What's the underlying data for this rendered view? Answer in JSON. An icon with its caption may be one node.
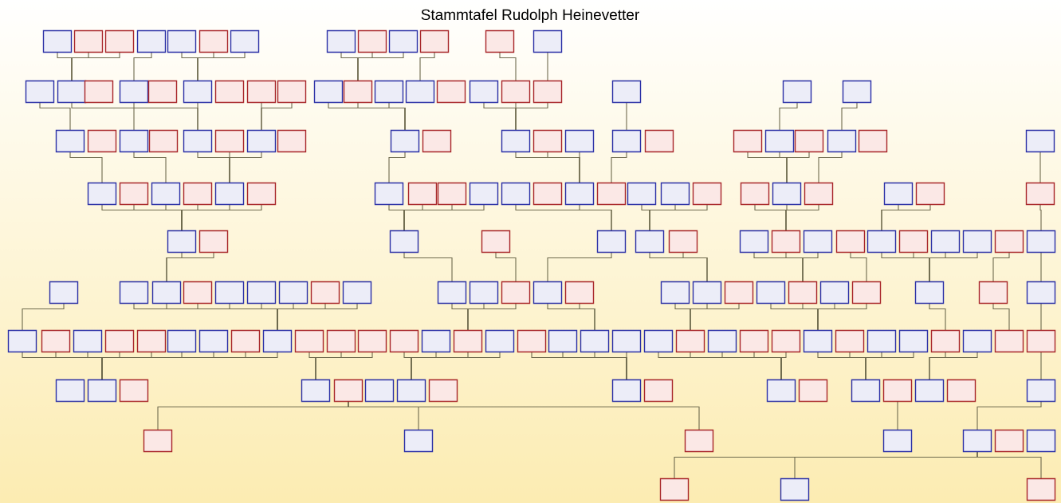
{
  "diagram": {
    "title": "Stammtafel Rudolph Heinevetter",
    "nodes": [
      {
        "text": [],
        "shape": "box"
      },
      {
        "text": [],
        "shape": "box"
      },
      {
        "text": [],
        "shape": "box"
      },
      {
        "text": [],
        "shape": "box"
      },
      {
        "text": [],
        "shape": "box"
      },
      {
        "text": [],
        "shape": "box"
      },
      {
        "text": [],
        "shape": "box"
      },
      {
        "text": [],
        "shape": "box"
      },
      {
        "text": [],
        "shape": "box"
      },
      {
        "text": [],
        "shape": "box"
      },
      {
        "text": [],
        "shape": "box"
      },
      {
        "text": [],
        "shape": "box"
      },
      {
        "text": [],
        "shape": "box"
      },
      {
        "text": [],
        "shape": "box"
      },
      {
        "text": [],
        "shape": "box"
      },
      {
        "text": [],
        "shape": "box"
      },
      {
        "text": [],
        "shape": "box"
      },
      {
        "text": [],
        "shape": "box"
      },
      {
        "text": [],
        "shape": "box"
      },
      {
        "text": [],
        "shape": "box"
      },
      {
        "text": [],
        "shape": "box"
      },
      {
        "text": [],
        "shape": "box"
      },
      {
        "text": [],
        "shape": "box"
      },
      {
        "text": [],
        "shape": "box"
      },
      {
        "text": [],
        "shape": "box"
      },
      {
        "text": [],
        "shape": "box"
      },
      {
        "text": [],
        "shape": "box"
      },
      {
        "text": [],
        "shape": "box"
      },
      {
        "text": [],
        "shape": "box"
      },
      {
        "text": [],
        "shape": "box"
      },
      {
        "text": [],
        "shape": "box"
      },
      {
        "text": [],
        "shape": "box"
      },
      {
        "text": [],
        "shape": "box"
      },
      {
        "text": [],
        "shape": "box"
      },
      {
        "text": [],
        "shape": "box"
      },
      {
        "text": [],
        "shape": "box"
      },
      {
        "text": [],
        "shape": "box"
      },
      {
        "text": [],
        "shape": "box"
      },
      {
        "text": [],
        "shape": "box"
      },
      {
        "text": [],
        "shape": "box"
      },
      {
        "text": [],
        "shape": "box"
      },
      {
        "text": [],
        "shape": "box"
      },
      {
        "text": [],
        "shape": "box"
      },
      {
        "text": [],
        "shape": "box"
      },
      {
        "text": [],
        "shape": "box"
      },
      {
        "text": [],
        "shape": "box"
      },
      {
        "text": [],
        "shape": "box"
      },
      {
        "text": [],
        "shape": "box"
      },
      {
        "text": [],
        "shape": "box"
      },
      {
        "text": [],
        "shape": "box"
      },
      {
        "text": [],
        "shape": "box"
      },
      {
        "text": [],
        "shape": "box"
      },
      {
        "text": [],
        "shape": "box"
      },
      {
        "text": [],
        "shape": "box"
      },
      {
        "text": [],
        "shape": "box"
      },
      {
        "text": [],
        "shape": "box"
      },
      {
        "text": [],
        "shape": "box"
      },
      {
        "text": [],
        "shape": "box"
      },
      {
        "text": [],
        "shape": "box"
      },
      {
        "text": [],
        "shape": "box"
      },
      {
        "text": [],
        "shape": "box"
      },
      {
        "text": [],
        "shape": "box"
      },
      {
        "text": [],
        "shape": "box"
      },
      {
        "text": [],
        "shape": "box"
      },
      {
        "text": [],
        "shape": "box"
      },
      {
        "text": [],
        "shape": "box"
      },
      {
        "text": [],
        "shape": "box"
      },
      {
        "text": [],
        "shape": "box"
      },
      {
        "text": [],
        "shape": "box"
      },
      {
        "text": [],
        "shape": "box"
      },
      {
        "text": [],
        "shape": "box"
      },
      {
        "text": [],
        "shape": "box"
      },
      {
        "text": [],
        "shape": "box"
      },
      {
        "text": [],
        "shape": "box"
      },
      {
        "text": [],
        "shape": "box"
      },
      {
        "text": [],
        "shape": "box"
      },
      {
        "text": [],
        "shape": "box"
      },
      {
        "text": [],
        "shape": "box"
      },
      {
        "text": [],
        "shape": "box"
      },
      {
        "text": [],
        "shape": "box"
      },
      {
        "text": [],
        "shape": "box"
      },
      {
        "text": [],
        "shape": "box"
      },
      {
        "text": [],
        "shape": "box"
      },
      {
        "text": [],
        "shape": "box"
      },
      {
        "text": [],
        "shape": "box"
      },
      {
        "text": [],
        "shape": "box"
      },
      {
        "text": [],
        "shape": "box"
      },
      {
        "text": [],
        "shape": "box"
      },
      {
        "text": [],
        "shape": "box"
      },
      {
        "text": [],
        "shape": "box"
      },
      {
        "text": [],
        "shape": "box"
      },
      {
        "text": [],
        "shape": "box"
      },
      {
        "text": [],
        "shape": "box"
      },
      {
        "text": [],
        "shape": "box"
      },
      {
        "text": [],
        "shape": "box"
      },
      {
        "text": [],
        "shape": "box"
      },
      {
        "text": [],
        "shape": "box"
      },
      {
        "text": [],
        "shape": "box"
      },
      {
        "text": [],
        "shape": "box"
      },
      {
        "text": [],
        "shape": "box"
      },
      {
        "text": [],
        "shape": "box"
      },
      {
        "text": [],
        "shape": "box"
      },
      {
        "text": [],
        "shape": "box"
      },
      {
        "text": [],
        "shape": "box"
      },
      {
        "text": [],
        "shape": "box"
      },
      {
        "text": [],
        "shape": "box"
      },
      {
        "text": [],
        "shape": "box"
      },
      {
        "text": [],
        "shape": "box"
      },
      {
        "text": [],
        "shape": "box"
      },
      {
        "text": [],
        "shape": "box"
      },
      {
        "text": [],
        "shape": "box"
      },
      {
        "text": [],
        "shape": "box"
      },
      {
        "text": [],
        "shape": "box"
      },
      {
        "text": [],
        "shape": "box"
      },
      {
        "text": [],
        "shape": "box"
      },
      {
        "text": [],
        "shape": "box"
      },
      {
        "text": [],
        "shape": "box"
      },
      {
        "text": [],
        "shape": "box"
      },
      {
        "text": [],
        "shape": "box"
      },
      {
        "text": [],
        "shape": "box"
      },
      {
        "text": [],
        "shape": "box"
      },
      {
        "text": [],
        "shape": "box"
      },
      {
        "text": [],
        "shape": "box"
      },
      {
        "text": [],
        "shape": "box"
      },
      {
        "text": [],
        "shape": "box"
      },
      {
        "text": [],
        "shape": "box"
      },
      {
        "text": [],
        "shape": "box"
      },
      {
        "text": [],
        "shape": "box"
      },
      {
        "text": [],
        "shape": "box"
      },
      {
        "text": [],
        "shape": "box"
      },
      {
        "text": [],
        "shape": "box"
      },
      {
        "text": [],
        "shape": "box"
      },
      {
        "text": [],
        "shape": "box"
      },
      {
        "text": [],
        "shape": "box"
      },
      {
        "text": [],
        "shape": "box"
      },
      {
        "text": [],
        "shape": "box"
      },
      {
        "text": [],
        "shape": "box"
      },
      {
        "text": [],
        "shape": "box"
      },
      {
        "text": [],
        "shape": "box"
      },
      {
        "text": [],
        "shape": "box"
      },
      {
        "text": [],
        "shape": "box"
      },
      {
        "text": [],
        "shape": "box"
      },
      {
        "text": [],
        "shape": "box"
      },
      {
        "text": [],
        "shape": "box"
      },
      {
        "text": [],
        "shape": "box"
      },
      {
        "text": [],
        "shape": "box"
      },
      {
        "text": [],
        "shape": "box"
      },
      {
        "text": [],
        "shape": "box"
      },
      {
        "text": [],
        "shape": "box"
      },
      {
        "text": [],
        "shape": "box"
      },
      {
        "text": [],
        "shape": "box"
      },
      {
        "text": [],
        "shape": "box"
      },
      {
        "text": [],
        "shape": "box"
      },
      {
        "text": [],
        "shape": "box"
      },
      {
        "text": [],
        "shape": "box"
      },
      {
        "text": [],
        "shape": "box"
      },
      {
        "text": [],
        "shape": "box"
      },
      {
        "text": [],
        "shape": "box"
      },
      {
        "text": [],
        "shape": "box"
      },
      {
        "text": [],
        "shape": "box"
      },
      {
        "text": [],
        "shape": "box"
      },
      {
        "text": [],
        "shape": "box"
      },
      {
        "text": [],
        "shape": "box"
      },
      {
        "text": [],
        "shape": "box"
      },
      {
        "text": [],
        "shape": "box"
      },
      {
        "text": [],
        "shape": "box"
      },
      {
        "text": [],
        "shape": "box"
      },
      {
        "text": [],
        "shape": "box"
      },
      {
        "text": [],
        "shape": "box"
      },
      {
        "text": [],
        "shape": "box"
      },
      {
        "text": [],
        "shape": "box"
      },
      {
        "text": [],
        "shape": "box"
      },
      {
        "text": [],
        "shape": "box"
      },
      {
        "text": [],
        "shape": "box"
      },
      {
        "text": [],
        "shape": "box"
      },
      {
        "text": [],
        "shape": "box"
      },
      {
        "text": [],
        "shape": "box"
      },
      {
        "text": [],
        "shape": "box"
      }
    ],
    "edges": [
      {
        "from": 0,
        "to": 14,
        "arrow": "none"
      },
      {
        "from": 1,
        "to": 14,
        "arrow": "none"
      },
      {
        "from": 2,
        "to": 14,
        "arrow": "none"
      },
      {
        "from": 3,
        "to": 16,
        "arrow": "none"
      },
      {
        "from": 4,
        "to": 18,
        "arrow": "none"
      },
      {
        "from": 5,
        "to": 18,
        "arrow": "none"
      },
      {
        "from": 6,
        "to": 18,
        "arrow": "none"
      },
      {
        "from": 7,
        "to": 23,
        "arrow": "none"
      },
      {
        "from": 8,
        "to": 23,
        "arrow": "none"
      },
      {
        "from": 9,
        "to": 23,
        "arrow": "none"
      },
      {
        "from": 10,
        "to": 25,
        "arrow": "none"
      },
      {
        "from": 11,
        "to": 28,
        "arrow": "none"
      },
      {
        "from": 12,
        "to": 29,
        "arrow": "none"
      },
      {
        "from": 13,
        "to": 33,
        "arrow": "none"
      },
      {
        "from": 14,
        "to": 35,
        "arrow": "none"
      },
      {
        "from": 16,
        "to": 37,
        "arrow": "none"
      },
      {
        "from": 18,
        "to": 37,
        "arrow": "none"
      },
      {
        "from": 20,
        "to": 39,
        "arrow": "none"
      },
      {
        "from": 21,
        "to": 39,
        "arrow": "none"
      },
      {
        "from": 22,
        "to": 41,
        "arrow": "none"
      },
      {
        "from": 23,
        "to": 41,
        "arrow": "none"
      },
      {
        "from": 24,
        "to": 41,
        "arrow": "none"
      },
      {
        "from": 27,
        "to": 43,
        "arrow": "none"
      },
      {
        "from": 28,
        "to": 43,
        "arrow": "none"
      },
      {
        "from": 29,
        "to": 43,
        "arrow": "none"
      },
      {
        "from": 30,
        "to": 46,
        "arrow": "none"
      },
      {
        "from": 31,
        "to": 49,
        "arrow": "none"
      },
      {
        "from": 32,
        "to": 51,
        "arrow": "none"
      },
      {
        "from": 33,
        "to": 54,
        "arrow": "none"
      },
      {
        "from": 35,
        "to": 56,
        "arrow": "none"
      },
      {
        "from": 37,
        "to": 58,
        "arrow": "none"
      },
      {
        "from": 38,
        "to": 58,
        "arrow": "none"
      },
      {
        "from": 39,
        "to": 58,
        "arrow": "none"
      },
      {
        "from": 41,
        "to": 60,
        "arrow": "none"
      },
      {
        "from": 43,
        "to": 66,
        "arrow": "none"
      },
      {
        "from": 44,
        "to": 66,
        "arrow": "none"
      },
      {
        "from": 45,
        "to": 66,
        "arrow": "none"
      },
      {
        "from": 46,
        "to": 67,
        "arrow": "none"
      },
      {
        "from": 48,
        "to": 72,
        "arrow": "none"
      },
      {
        "from": 49,
        "to": 72,
        "arrow": "none"
      },
      {
        "from": 50,
        "to": 72,
        "arrow": "none"
      },
      {
        "from": 51,
        "to": 73,
        "arrow": "none"
      },
      {
        "from": 53,
        "to": 76,
        "arrow": "none"
      },
      {
        "from": 54,
        "to": 77,
        "arrow": "none"
      },
      {
        "from": 55,
        "to": 77,
        "arrow": "none"
      },
      {
        "from": 56,
        "to": 77,
        "arrow": "none"
      },
      {
        "from": 57,
        "to": 77,
        "arrow": "none"
      },
      {
        "from": 58,
        "to": 77,
        "arrow": "none"
      },
      {
        "from": 59,
        "to": 77,
        "arrow": "none"
      },
      {
        "from": 60,
        "to": 79,
        "arrow": "none"
      },
      {
        "from": 61,
        "to": 79,
        "arrow": "none"
      },
      {
        "from": 62,
        "to": 79,
        "arrow": "none"
      },
      {
        "from": 63,
        "to": 79,
        "arrow": "none"
      },
      {
        "from": 64,
        "to": 81,
        "arrow": "none"
      },
      {
        "from": 66,
        "to": 81,
        "arrow": "none"
      },
      {
        "from": 68,
        "to": 82,
        "arrow": "none"
      },
      {
        "from": 69,
        "to": 82,
        "arrow": "none"
      },
      {
        "from": 70,
        "to": 82,
        "arrow": "none"
      },
      {
        "from": 71,
        "to": 85,
        "arrow": "none"
      },
      {
        "from": 72,
        "to": 85,
        "arrow": "none"
      },
      {
        "from": 73,
        "to": 85,
        "arrow": "none"
      },
      {
        "from": 74,
        "to": 88,
        "arrow": "none"
      },
      {
        "from": 75,
        "to": 88,
        "arrow": "none"
      },
      {
        "from": 76,
        "to": 93,
        "arrow": "none"
      },
      {
        "from": 77,
        "to": 96,
        "arrow": "none"
      },
      {
        "from": 78,
        "to": 96,
        "arrow": "none"
      },
      {
        "from": 79,
        "to": 103,
        "arrow": "none"
      },
      {
        "from": 80,
        "to": 105,
        "arrow": "none"
      },
      {
        "from": 81,
        "to": 106,
        "arrow": "none"
      },
      {
        "from": 82,
        "to": 109,
        "arrow": "none"
      },
      {
        "from": 83,
        "to": 109,
        "arrow": "none"
      },
      {
        "from": 84,
        "to": 112,
        "arrow": "none"
      },
      {
        "from": 85,
        "to": 112,
        "arrow": "none"
      },
      {
        "from": 86,
        "to": 112,
        "arrow": "none"
      },
      {
        "from": 87,
        "to": 114,
        "arrow": "none"
      },
      {
        "from": 88,
        "to": 115,
        "arrow": "none"
      },
      {
        "from": 89,
        "to": 115,
        "arrow": "none"
      },
      {
        "from": 90,
        "to": 115,
        "arrow": "none"
      },
      {
        "from": 91,
        "to": 115,
        "arrow": "none"
      },
      {
        "from": 92,
        "to": 116,
        "arrow": "none"
      },
      {
        "from": 93,
        "to": 117,
        "arrow": "none"
      },
      {
        "from": 94,
        "to": 118,
        "arrow": "none"
      },
      {
        "from": 95,
        "to": 126,
        "arrow": "none"
      },
      {
        "from": 96,
        "to": 126,
        "arrow": "none"
      },
      {
        "from": 97,
        "to": 126,
        "arrow": "none"
      },
      {
        "from": 98,
        "to": 126,
        "arrow": "none"
      },
      {
        "from": 99,
        "to": 126,
        "arrow": "none"
      },
      {
        "from": 100,
        "to": 126,
        "arrow": "none"
      },
      {
        "from": 101,
        "to": 126,
        "arrow": "none"
      },
      {
        "from": 102,
        "to": 126,
        "arrow": "none"
      },
      {
        "from": 103,
        "to": 132,
        "arrow": "none"
      },
      {
        "from": 104,
        "to": 132,
        "arrow": "none"
      },
      {
        "from": 105,
        "to": 132,
        "arrow": "none"
      },
      {
        "from": 106,
        "to": 136,
        "arrow": "none"
      },
      {
        "from": 107,
        "to": 136,
        "arrow": "none"
      },
      {
        "from": 108,
        "to": 139,
        "arrow": "none"
      },
      {
        "from": 109,
        "to": 139,
        "arrow": "none"
      },
      {
        "from": 110,
        "to": 139,
        "arrow": "none"
      },
      {
        "from": 111,
        "to": 143,
        "arrow": "none"
      },
      {
        "from": 112,
        "to": 143,
        "arrow": "none"
      },
      {
        "from": 113,
        "to": 143,
        "arrow": "none"
      },
      {
        "from": 114,
        "to": 143,
        "arrow": "none"
      },
      {
        "from": 115,
        "to": 147,
        "arrow": "none"
      },
      {
        "from": 116,
        "to": 149,
        "arrow": "none"
      },
      {
        "from": 117,
        "to": 150,
        "arrow": "none"
      },
      {
        "from": 118,
        "to": 152,
        "arrow": "none"
      },
      {
        "from": 119,
        "to": 152,
        "arrow": "none"
      },
      {
        "from": 120,
        "to": 152,
        "arrow": "none"
      },
      {
        "from": 121,
        "to": 152,
        "arrow": "none"
      },
      {
        "from": 122,
        "to": 152,
        "arrow": "none"
      },
      {
        "from": 123,
        "to": 152,
        "arrow": "none"
      },
      {
        "from": 124,
        "to": 152,
        "arrow": "none"
      },
      {
        "from": 125,
        "to": 152,
        "arrow": "none"
      },
      {
        "from": 126,
        "to": 152,
        "arrow": "none"
      },
      {
        "from": 127,
        "to": 154,
        "arrow": "none"
      },
      {
        "from": 128,
        "to": 154,
        "arrow": "none"
      },
      {
        "from": 129,
        "to": 154,
        "arrow": "none"
      },
      {
        "from": 130,
        "to": 157,
        "arrow": "none"
      },
      {
        "from": 131,
        "to": 157,
        "arrow": "none"
      },
      {
        "from": 132,
        "to": 157,
        "arrow": "none"
      },
      {
        "from": 133,
        "to": 157,
        "arrow": "none"
      },
      {
        "from": 134,
        "to": 159,
        "arrow": "none"
      },
      {
        "from": 135,
        "to": 159,
        "arrow": "none"
      },
      {
        "from": 136,
        "to": 159,
        "arrow": "none"
      },
      {
        "from": 137,
        "to": 159,
        "arrow": "none"
      },
      {
        "from": 138,
        "to": 161,
        "arrow": "none"
      },
      {
        "from": 139,
        "to": 161,
        "arrow": "none"
      },
      {
        "from": 140,
        "to": 161,
        "arrow": "none"
      },
      {
        "from": 141,
        "to": 161,
        "arrow": "none"
      },
      {
        "from": 142,
        "to": 161,
        "arrow": "none"
      },
      {
        "from": 143,
        "to": 163,
        "arrow": "none"
      },
      {
        "from": 144,
        "to": 163,
        "arrow": "none"
      },
      {
        "from": 145,
        "to": 163,
        "arrow": "none"
      },
      {
        "from": 146,
        "to": 163,
        "arrow": "none"
      },
      {
        "from": 147,
        "to": 165,
        "arrow": "none"
      },
      {
        "from": 148,
        "to": 165,
        "arrow": "none"
      },
      {
        "from": 150,
        "to": 167,
        "arrow": "none"
      },
      {
        "from": 155,
        "to": 168,
        "arrow": "none"
      },
      {
        "from": 155,
        "to": 169,
        "arrow": "none"
      },
      {
        "from": 155,
        "to": 170,
        "arrow": "none"
      },
      {
        "from": 164,
        "to": 171,
        "arrow": "none"
      },
      {
        "from": 167,
        "to": 172,
        "arrow": "none"
      },
      {
        "from": 172,
        "to": 175,
        "arrow": "none"
      },
      {
        "from": 172,
        "to": 176,
        "arrow": "none"
      },
      {
        "from": 172,
        "to": 177,
        "arrow": "none"
      }
    ]
  }
}
